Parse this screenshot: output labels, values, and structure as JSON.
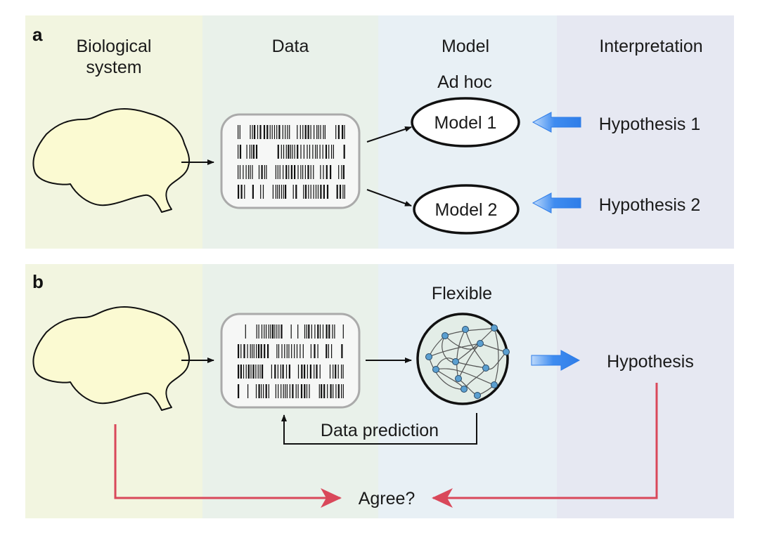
{
  "panels": {
    "a": {
      "letter": "a"
    },
    "b": {
      "letter": "b"
    }
  },
  "columns": {
    "biological_line1": "Biological",
    "biological_line2": "system",
    "data": "Data",
    "model": "Model",
    "interpretation": "Interpretation"
  },
  "panel_a": {
    "model_kind": "Ad hoc",
    "model1": "Model 1",
    "model2": "Model 2",
    "hypothesis1": "Hypothesis 1",
    "hypothesis2": "Hypothesis 2"
  },
  "panel_b": {
    "model_kind": "Flexible",
    "hypothesis": "Hypothesis",
    "feedback": "Data prediction",
    "comparison": "Agree?"
  },
  "colors": {
    "biological_bg": "#f2f5e0",
    "data_bg": "#e9f1ea",
    "model_bg": "#e8f0f5",
    "interpretation_bg": "#e6e8f2",
    "brain_fill": "#fbfad2",
    "hypothesis_arrow": "#3f8cf0",
    "agreement_arrow": "#d9485a"
  },
  "icons": {
    "brain": "brain-icon",
    "barcode": "barcode-data-icon",
    "network": "neural-network-icon"
  }
}
